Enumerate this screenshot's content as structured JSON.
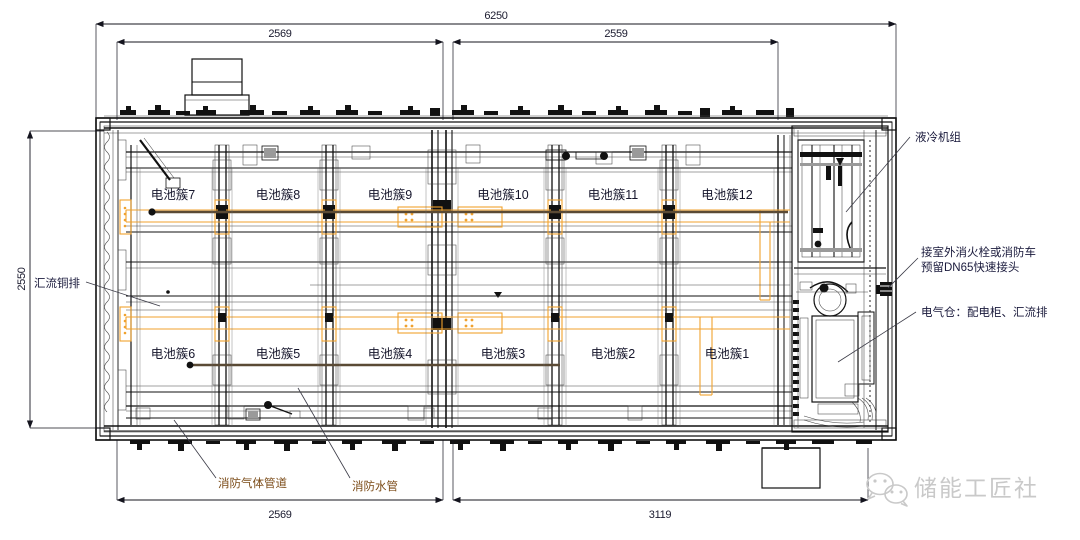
{
  "drawing": {
    "type": "plan-view",
    "subject": "battery-energy-storage-container",
    "title_visible": false
  },
  "dimensions": {
    "top_overall": "6250",
    "top_left_segment": "2569",
    "top_right_segment": "2559",
    "left_vertical": "2550",
    "bottom_left_segment": "2569",
    "bottom_right_segment": "3119"
  },
  "clusters": {
    "top_row": [
      {
        "label": "电池簇7"
      },
      {
        "label": "电池簇8"
      },
      {
        "label": "电池簇9"
      },
      {
        "label": "电池簇10"
      },
      {
        "label": "电池簇11"
      },
      {
        "label": "电池簇12"
      }
    ],
    "bottom_row": [
      {
        "label": "电池簇6"
      },
      {
        "label": "电池簇5"
      },
      {
        "label": "电池簇4"
      },
      {
        "label": "电池簇3"
      },
      {
        "label": "电池簇2"
      },
      {
        "label": "电池簇1"
      }
    ]
  },
  "callouts": {
    "busbar": "汇流铜排",
    "liquid_cooling": "液冷机组",
    "fire_hydrant_line1": "接室外消火栓或消防车",
    "fire_hydrant_line2": "预留DN65快速接头",
    "electrical_bay": "电气仓：配电柜、汇流排",
    "fire_gas_pipe": "消防气体管道",
    "fire_water_pipe": "消防水管"
  },
  "watermark": {
    "text": "储能工匠社",
    "icon": "wechat-icon"
  },
  "colors": {
    "busbar_orange": "#f0a22e",
    "line_black": "#111111",
    "dim_text": "#1a1a2e",
    "orange_text": "#7a4a16",
    "watermark_gray": "#c9c9c9"
  }
}
